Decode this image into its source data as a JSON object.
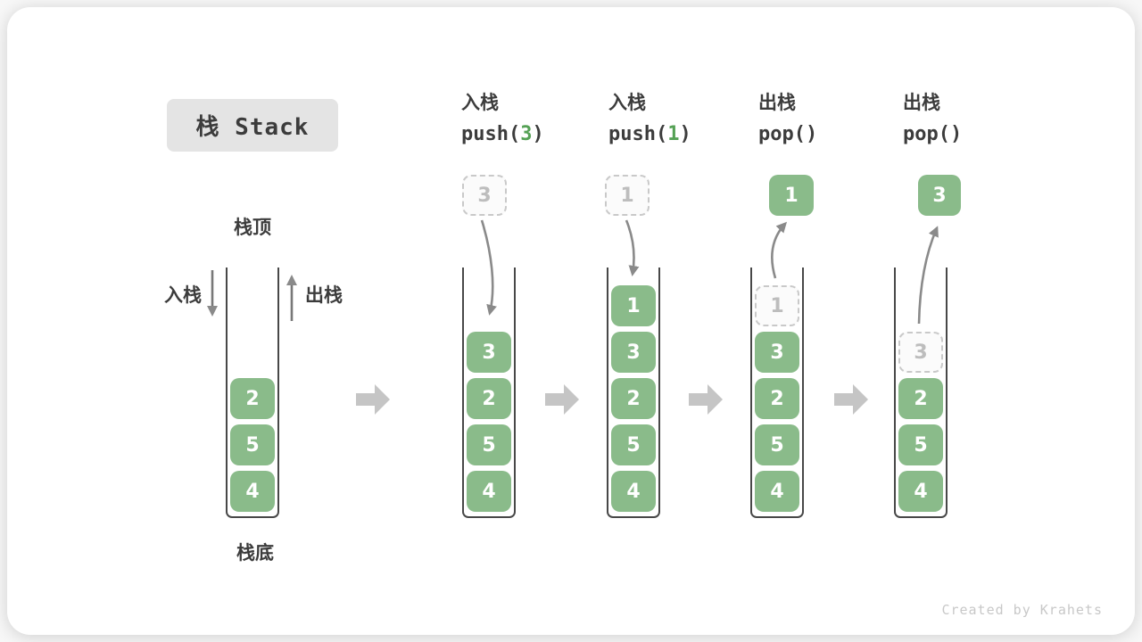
{
  "title": "栈 Stack",
  "side_labels": {
    "top": "栈顶",
    "bottom": "栈底",
    "push": "入栈",
    "pop": "出栈"
  },
  "ops": [
    {
      "label": "入栈",
      "code_prefix": "push(",
      "code_arg": "3",
      "code_suffix": ")"
    },
    {
      "label": "入栈",
      "code_prefix": "push(",
      "code_arg": "1",
      "code_suffix": ")"
    },
    {
      "label": "出栈",
      "code_prefix": "pop()",
      "code_arg": "",
      "code_suffix": ""
    },
    {
      "label": "出栈",
      "code_prefix": "pop()",
      "code_arg": "",
      "code_suffix": ""
    }
  ],
  "stacks": [
    {
      "cells": [
        "2",
        "5",
        "4"
      ]
    },
    {
      "floating": "3",
      "cells": [
        "3",
        "2",
        "5",
        "4"
      ]
    },
    {
      "floating": "1",
      "cells": [
        "1",
        "3",
        "2",
        "5",
        "4"
      ]
    },
    {
      "floating": "1",
      "ghost": "1",
      "cells": [
        "3",
        "2",
        "5",
        "4"
      ]
    },
    {
      "floating": "3",
      "ghost": "3",
      "cells": [
        "2",
        "5",
        "4"
      ]
    }
  ],
  "watermark": "Created by Krahets",
  "colors": {
    "cell_green": "#8abb8a",
    "code_arg_green": "#55a155",
    "curve_arrow_gray": "#8a8a8a",
    "flow_arrow_gray": "#c5c5c5",
    "title_bg": "#e4e4e4",
    "text_dark": "#3c3c3c",
    "ghost_border": "#c9c9c9",
    "ghost_text": "#bdbdbd"
  }
}
